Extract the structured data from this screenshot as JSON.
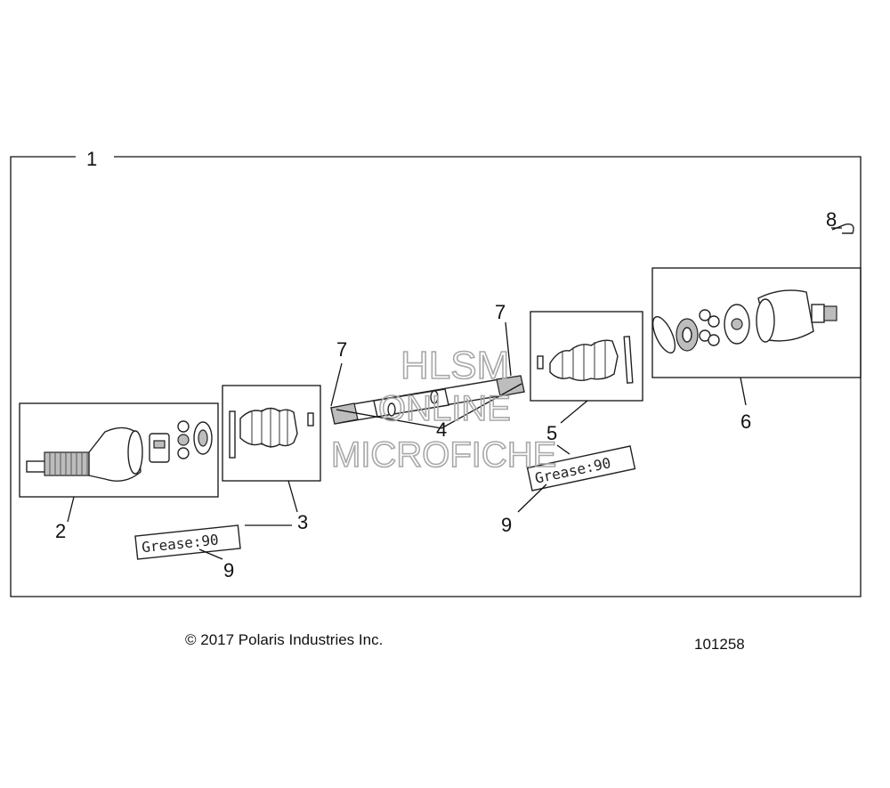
{
  "callouts": {
    "c1": "1",
    "c2": "2",
    "c3": "3",
    "c4": "4",
    "c5": "5",
    "c6": "6",
    "c7a": "7",
    "c7b": "7",
    "c8": "8",
    "c9a": "9",
    "c9b": "9"
  },
  "grease_labels": {
    "left": "Grease:90",
    "right": "Grease:90"
  },
  "watermark": {
    "line1": "HLSM",
    "line2": "ONLINE",
    "line3": "MICROFICHE"
  },
  "footer": {
    "copyright": "© 2017 Polaris Industries Inc.",
    "doc_number": "101258"
  }
}
